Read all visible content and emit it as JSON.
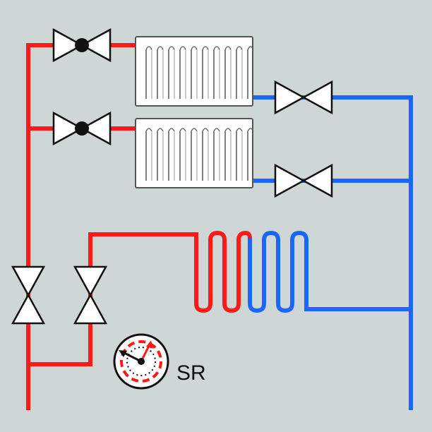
{
  "gauge": {
    "label": "SR"
  },
  "colors": {
    "background": "#cfd6d6",
    "supply": "#ff1a1a",
    "return": "#1a66ff",
    "outline": "#111111",
    "radiator_fill": "#ffffff"
  },
  "components": [
    {
      "name": "radiator-upper",
      "icon": "radiator-icon"
    },
    {
      "name": "radiator-lower",
      "icon": "radiator-icon"
    },
    {
      "name": "thermostatic-valve-upper",
      "icon": "valve-with-actuator-icon"
    },
    {
      "name": "thermostatic-valve-lower",
      "icon": "valve-with-actuator-icon"
    },
    {
      "name": "return-valve-upper",
      "icon": "valve-icon"
    },
    {
      "name": "return-valve-lower",
      "icon": "valve-icon"
    },
    {
      "name": "supply-valve-left",
      "icon": "valve-icon"
    },
    {
      "name": "supply-valve-right",
      "icon": "valve-icon"
    },
    {
      "name": "floor-heating-coil",
      "icon": "coil-icon"
    },
    {
      "name": "temperature-gauge",
      "icon": "gauge-icon"
    }
  ]
}
